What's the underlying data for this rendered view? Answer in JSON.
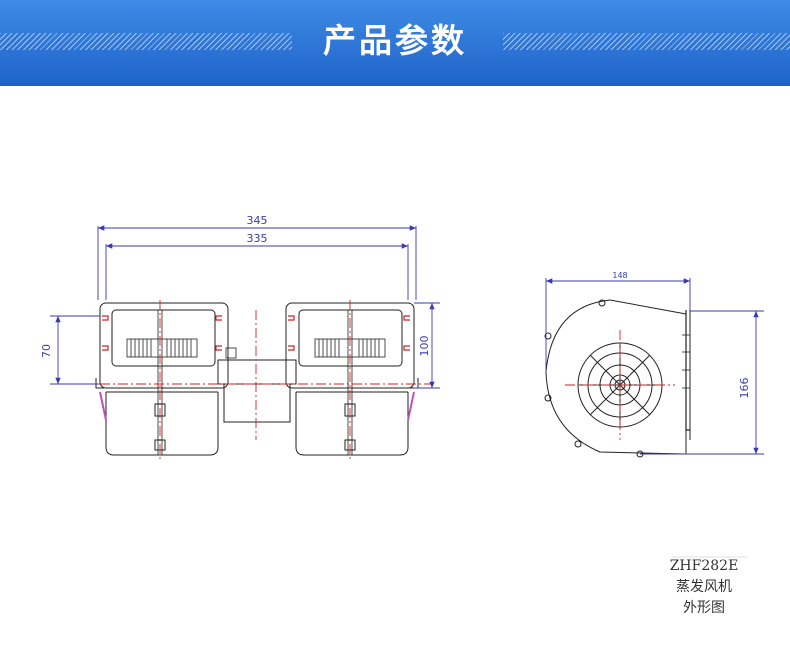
{
  "header": {
    "title": "产品参数"
  },
  "drawing": {
    "front_view": {
      "dim_overall_width": "345",
      "dim_inner_width": "335",
      "dim_left_height": "70",
      "dim_right_height": "100"
    },
    "side_view": {
      "dim_width": "148",
      "dim_height": "166"
    }
  },
  "caption": {
    "model": "ZHF282E",
    "line2": "蒸发风机",
    "line3": "外形图"
  },
  "colors": {
    "banner_top": "#3f8be6",
    "banner_bottom": "#1f63c9",
    "dimension": "#3a3ab0",
    "centerline": "#d22222",
    "outline": "#222222"
  }
}
